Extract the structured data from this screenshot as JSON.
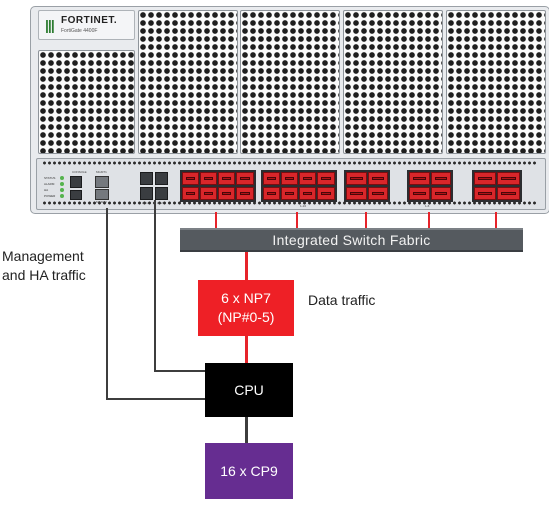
{
  "device": {
    "brand": "FORTINET.",
    "model": "FortiGate 4400F",
    "led_labels": [
      "STATUS",
      "ALARM",
      "HA",
      "POWER"
    ],
    "mgmt_labels": [
      "CONSOLE",
      "MGMT1",
      "MGMT2"
    ],
    "port_group_labels": [
      "HA1",
      "HA2",
      "1-16",
      "1-6"
    ]
  },
  "blocks": {
    "isf": "Integrated Switch Fabric",
    "np7_line1": "6 x NP7",
    "np7_line2": "(NP#0-5)",
    "cpu": "CPU",
    "cp9": "16 x CP9"
  },
  "labels": {
    "management_line1": "Management",
    "management_line2": "and HA traffic",
    "data_traffic": "Data traffic"
  },
  "colors": {
    "np7": "#ee2026",
    "cpu": "#000000",
    "cp9": "#662d91",
    "switch_fabric": "#555a5f",
    "data_links": "#e6232a",
    "mgmt_links": "#3d3d3d"
  }
}
